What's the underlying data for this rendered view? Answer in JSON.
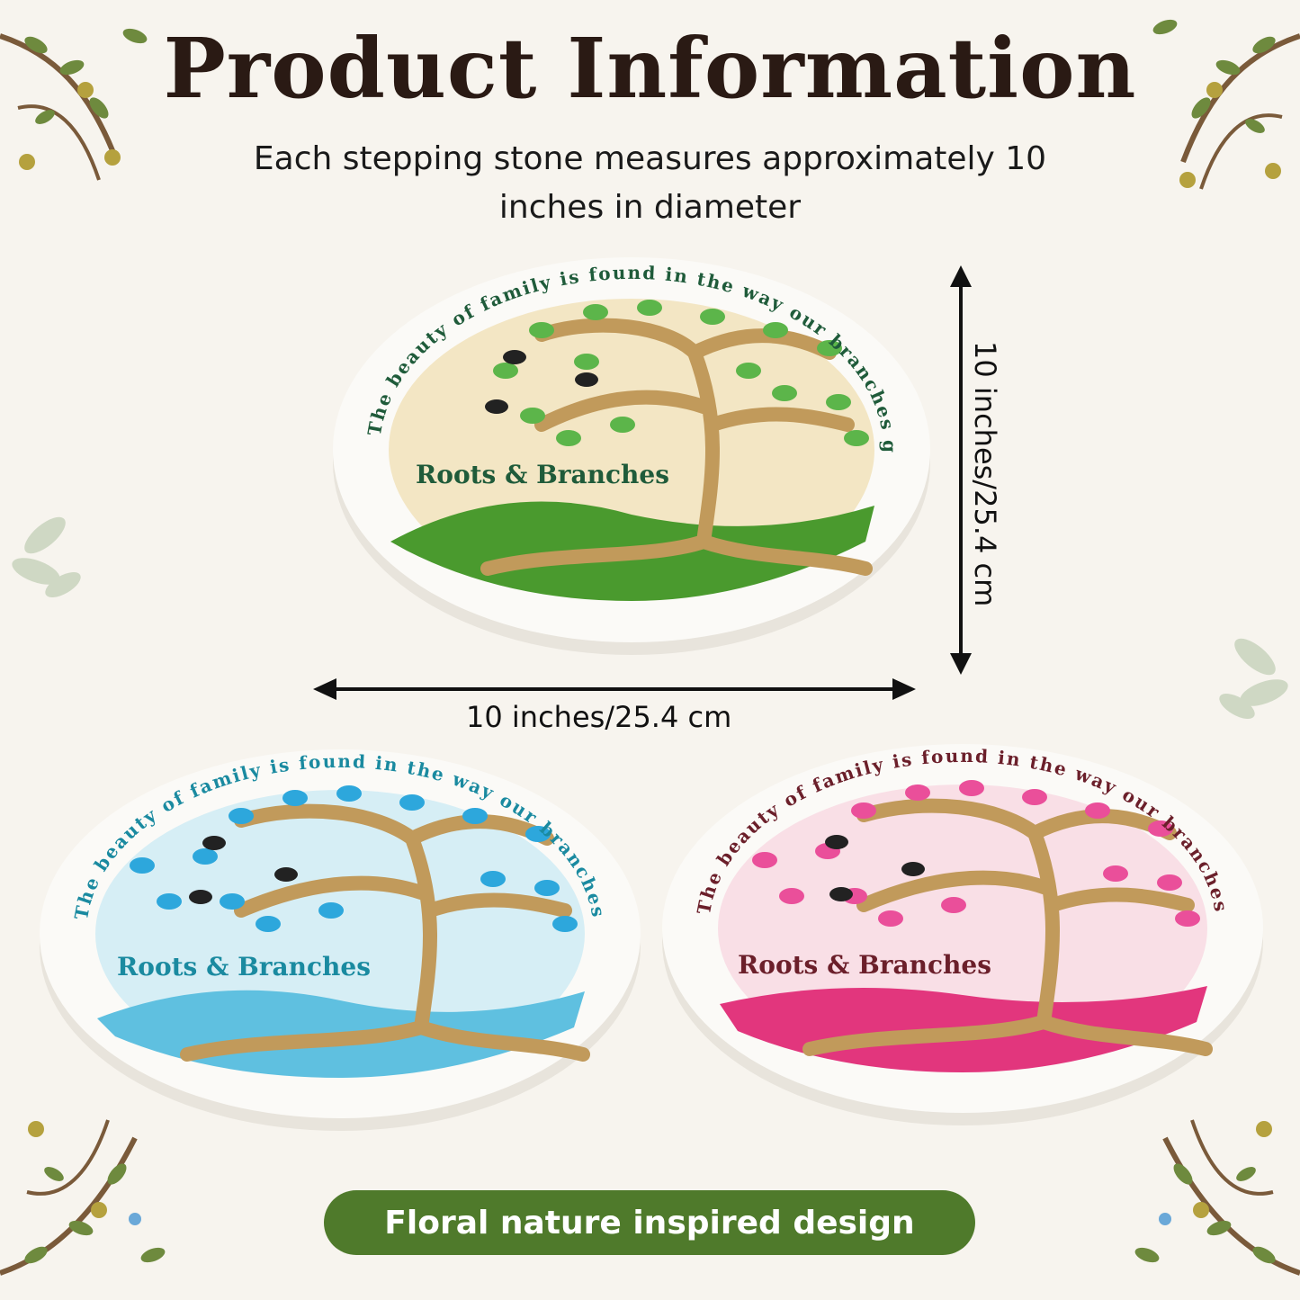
{
  "header": {
    "title": "Product Information",
    "subtitle": "Each stepping stone measures approximately 10 inches in diameter"
  },
  "dimensions": {
    "height_label": "10 inches/25.4 cm",
    "width_label": "10 inches/25.4 cm"
  },
  "stone": {
    "quote": "The beauty of family is found in the way our branches grow, but roots remain.",
    "label": "Roots & Branches"
  },
  "stones": [
    {
      "variant": "green",
      "bg": "#f3e6c4",
      "leaf": "#5cb54a",
      "ground": "#4a9a2e",
      "text": "#1f5b3a"
    },
    {
      "variant": "blue",
      "bg": "#d6eef5",
      "leaf": "#2da7dc",
      "ground": "#5fc0e0",
      "text": "#1a8aa0"
    },
    {
      "variant": "pink",
      "bg": "#f9dfe6",
      "leaf": "#ea4f9a",
      "ground": "#e2367d",
      "text": "#6b1f2a"
    }
  ],
  "badge": {
    "label": "Floral nature inspired design"
  },
  "colors": {
    "badge": "#4f7a2b",
    "title": "#2a1a14",
    "trunk": "#c19a5b"
  }
}
